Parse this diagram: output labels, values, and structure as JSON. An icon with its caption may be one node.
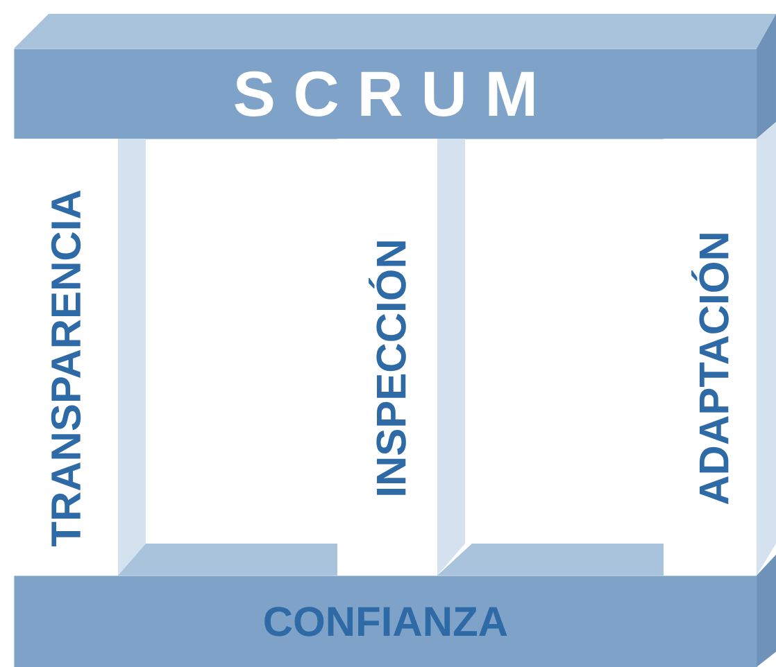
{
  "diagram": {
    "nodes": [
      {
        "text": [
          "S C R U M"
        ]
      },
      {
        "text": [
          "TRANSPARENCIA"
        ]
      },
      {
        "text": [
          "INSPECCIÓN"
        ]
      },
      {
        "text": [
          "ADAPTACIÓN"
        ]
      },
      {
        "text": [
          "CONFIANZA"
        ]
      }
    ]
  }
}
